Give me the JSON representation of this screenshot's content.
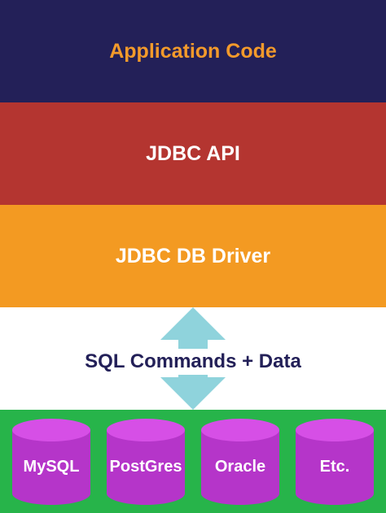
{
  "layers": {
    "application": "Application Code",
    "api": "JDBC API",
    "driver": "JDBC DB Driver",
    "transport": "SQL Commands + Data"
  },
  "databases": [
    "MySQL",
    "PostGres",
    "Oracle",
    "Etc."
  ],
  "colors": {
    "application_bg": "#232058",
    "application_text": "#f39a2b",
    "api_bg": "#b43530",
    "driver_bg": "#f39a22",
    "arrow": "#8fd3dc",
    "db_band_bg": "#27b44a",
    "db_body": "#b535c9",
    "db_top": "#d64fe6"
  }
}
